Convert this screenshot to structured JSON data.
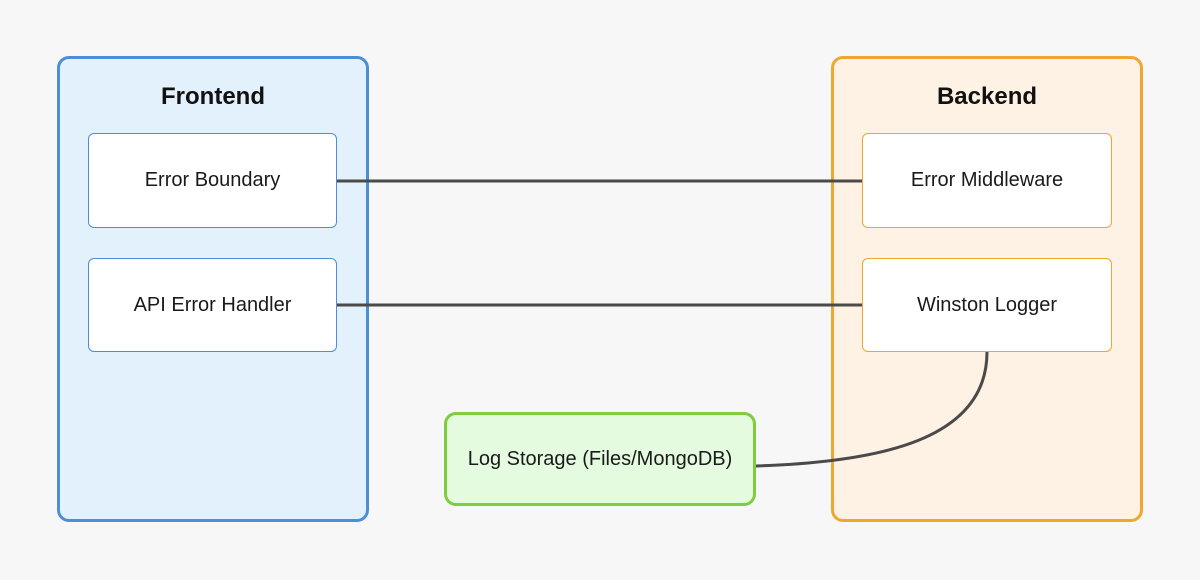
{
  "frontend": {
    "title": "Frontend",
    "nodes": [
      "Error Boundary",
      "API Error Handler"
    ],
    "colors": {
      "fill": "#e3f1fd",
      "border": "#4a8fd8"
    }
  },
  "backend": {
    "title": "Backend",
    "nodes": [
      "Error Middleware",
      "Winston Logger"
    ],
    "colors": {
      "fill": "#fef2e4",
      "border": "#f0a62f"
    }
  },
  "storage": {
    "label": "Log Storage (Files/MongoDB)",
    "colors": {
      "fill": "#e4fbe0",
      "border": "#7fcc3f"
    }
  },
  "connections": [
    {
      "from": "Error Boundary",
      "to": "Error Middleware"
    },
    {
      "from": "API Error Handler",
      "to": "Winston Logger"
    },
    {
      "from": "Winston Logger",
      "to": "Log Storage (Files/MongoDB)"
    }
  ],
  "line_color": "#4a4a4a"
}
